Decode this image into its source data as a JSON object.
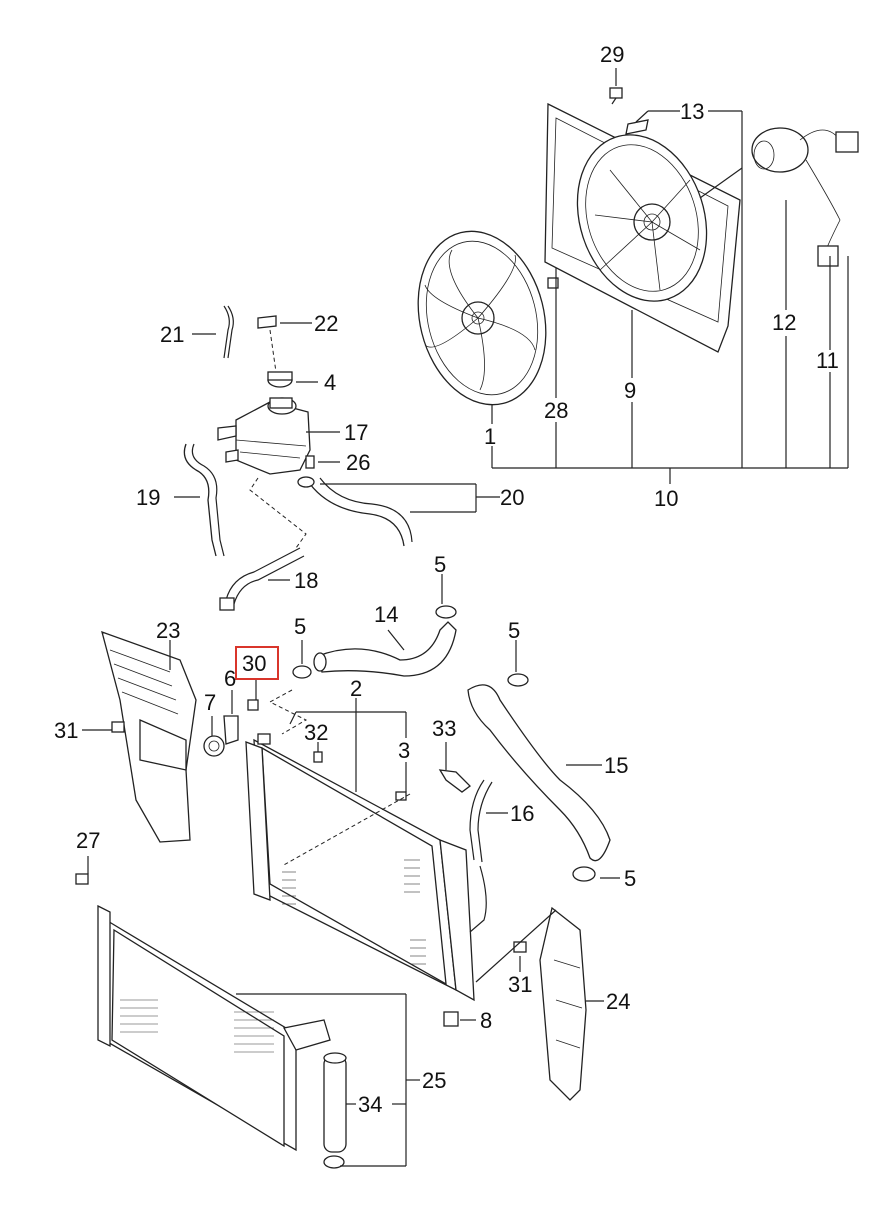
{
  "callouts": {
    "c1": "1",
    "c2": "2",
    "c3": "3",
    "c4": "4",
    "c5a": "5",
    "c5b": "5",
    "c5c": "5",
    "c5d": "5",
    "c6": "6",
    "c7": "7",
    "c8": "8",
    "c9": "9",
    "c10": "10",
    "c11": "11",
    "c12": "12",
    "c13": "13",
    "c14": "14",
    "c15": "15",
    "c16": "16",
    "c17": "17",
    "c18": "18",
    "c19": "19",
    "c20": "20",
    "c21": "21",
    "c22": "22",
    "c23": "23",
    "c24": "24",
    "c25": "25",
    "c26": "26",
    "c27": "27",
    "c28": "28",
    "c29": "29",
    "c30": "30",
    "c31a": "31",
    "c31b": "31",
    "c32": "32",
    "c33": "33",
    "c34": "34"
  },
  "highlighted_callout": "30",
  "colors": {
    "highlight": "#d9352b",
    "line": "#222222"
  }
}
